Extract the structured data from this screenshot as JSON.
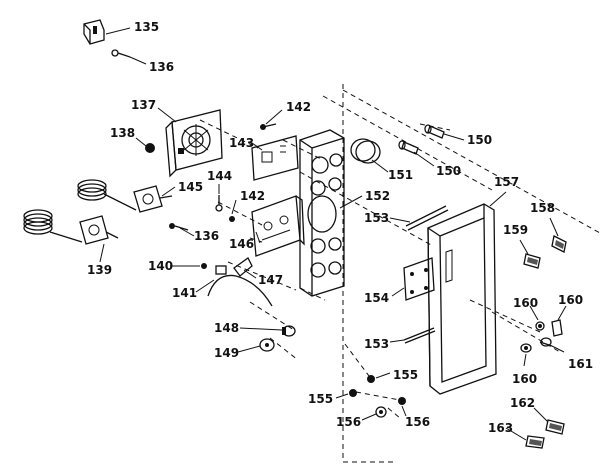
{
  "diagram": {
    "labels": {
      "l135": "135",
      "l136a": "136",
      "l137": "137",
      "l138": "138",
      "l142a": "142",
      "l143": "143",
      "l144": "144",
      "l142b": "142",
      "l145": "145",
      "l136b": "136",
      "l146": "146",
      "l139": "139",
      "l140": "140",
      "l141": "141",
      "l147": "147",
      "l148": "148",
      "l149": "149",
      "l150a": "150",
      "l151": "151",
      "l150b": "150",
      "l152": "152",
      "l153a": "153",
      "l154": "154",
      "l153b": "153",
      "l155a": "155",
      "l155b": "155",
      "l156a": "156",
      "l156b": "156",
      "l157": "157",
      "l158": "158",
      "l159": "159",
      "l160a": "160",
      "l160b": "160",
      "l160c": "160",
      "l161": "161",
      "l162": "162",
      "l163": "163"
    }
  }
}
